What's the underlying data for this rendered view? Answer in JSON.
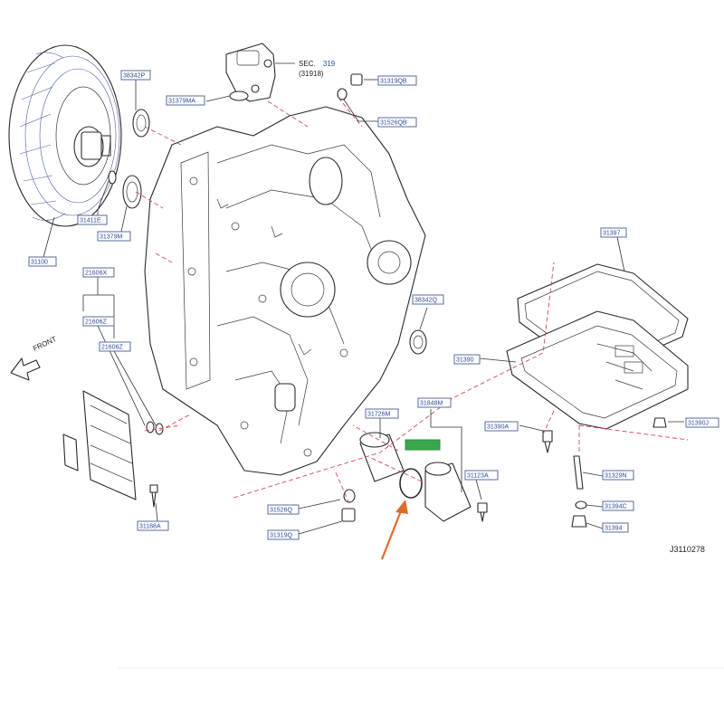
{
  "sec_label": {
    "prefix": "SEC.",
    "number": "319",
    "sub": "(31918)"
  },
  "front_label": "FRONT",
  "figure_code": "J3110278",
  "highlight_color": "#3aa84a",
  "arrow_color": "#e06a2a",
  "callouts": [
    {
      "id": "38342p",
      "text": "38342P"
    },
    {
      "id": "31379ma",
      "text": "31379MA"
    },
    {
      "id": "31319qb",
      "text": "31319QB"
    },
    {
      "id": "31526qb",
      "text": "31526QB"
    },
    {
      "id": "31411e",
      "text": "31411E"
    },
    {
      "id": "31379m",
      "text": "31379M"
    },
    {
      "id": "31100",
      "text": "31100"
    },
    {
      "id": "21606x",
      "text": "21606X"
    },
    {
      "id": "21606z",
      "text": "21606Z"
    },
    {
      "id": "21606z-2",
      "text": "21606Z"
    },
    {
      "id": "38342q",
      "text": "38342Q"
    },
    {
      "id": "31397",
      "text": "31397"
    },
    {
      "id": "31390",
      "text": "31390"
    },
    {
      "id": "31848m",
      "text": "31848M"
    },
    {
      "id": "31726m",
      "text": "31726M"
    },
    {
      "id": "31390a",
      "text": "31390A"
    },
    {
      "id": "31390j",
      "text": "31390J"
    },
    {
      "id": "31123a",
      "text": "31123A"
    },
    {
      "id": "31526q",
      "text": "31526Q"
    },
    {
      "id": "31319q",
      "text": "31319Q"
    },
    {
      "id": "31188a",
      "text": "31188A"
    },
    {
      "id": "31329n",
      "text": "31329N"
    },
    {
      "id": "31394c",
      "text": "31394C"
    },
    {
      "id": "31394",
      "text": "31394"
    }
  ]
}
